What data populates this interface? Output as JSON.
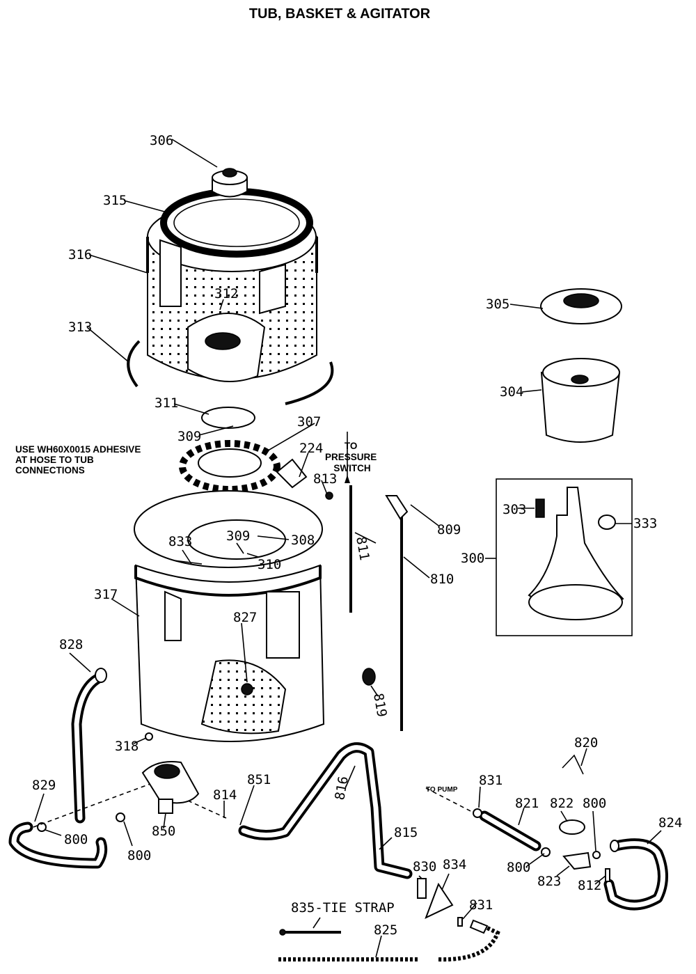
{
  "title": "TUB, BASKET & AGITATOR",
  "notes": {
    "adhesive": [
      "USE WH60X0015 ADHESIVE",
      "AT HOSE TO TUB",
      "CONNECTIONS"
    ],
    "pressure": [
      "TO",
      "PRESSURE",
      "SWITCH"
    ],
    "to_pump": "TO PUMP"
  },
  "parts": {
    "p306": "306",
    "p315": "315",
    "p316": "316",
    "p312": "312",
    "p313": "313",
    "p311": "311",
    "p309a": "309",
    "p307": "307",
    "p224": "224",
    "p813": "813",
    "p833": "833",
    "p309b": "309",
    "p308": "308",
    "p310": "310",
    "p317": "317",
    "p827": "827",
    "p828": "828",
    "p318": "318",
    "p829": "829",
    "p800a": "800",
    "p800b": "800",
    "p850": "850",
    "p814": "814",
    "p851": "851",
    "p816": "816",
    "p815": "815",
    "p830": "830",
    "p834": "834",
    "p831a": "831",
    "p835": "835-TIE STRAP",
    "p825": "825",
    "p811": "811",
    "p809": "809",
    "p810": "810",
    "p819": "819",
    "p305": "305",
    "p304": "304",
    "p303": "303",
    "p333": "333",
    "p300": "300",
    "p820": "820",
    "p831b": "831",
    "p821": "821",
    "p822": "822",
    "p800c": "800",
    "p824": "824",
    "p800d": "800",
    "p823": "823",
    "p812": "812"
  }
}
